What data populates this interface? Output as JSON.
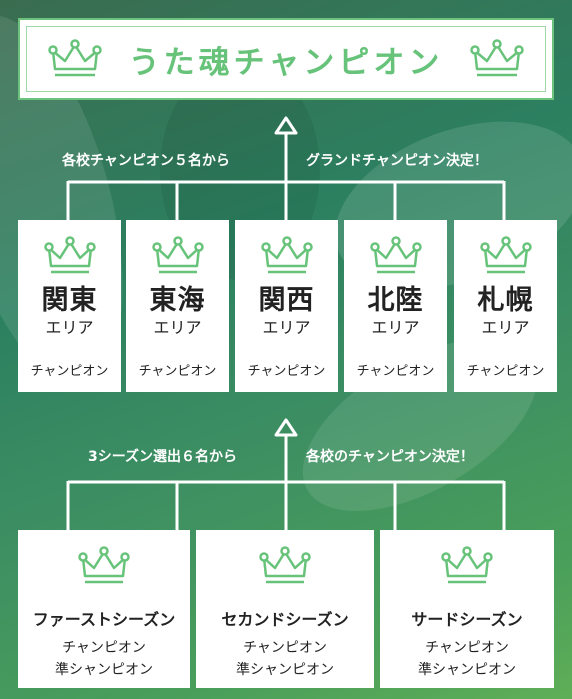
{
  "title": "うた魂チャンピオン",
  "colors": {
    "accent": "#68c37a",
    "card": "#ffffff",
    "line": "#ffffff"
  },
  "tier1": {
    "note_left": "各校チャンピオン５名から",
    "note_right": "グランドチャンピオン決定！"
  },
  "areas": [
    {
      "name": "関東",
      "sub": "エリア",
      "role": "チャンピオン"
    },
    {
      "name": "東海",
      "sub": "エリア",
      "role": "チャンピオン"
    },
    {
      "name": "関西",
      "sub": "エリア",
      "role": "チャンピオン"
    },
    {
      "name": "北陸",
      "sub": "エリア",
      "role": "チャンピオン"
    },
    {
      "name": "札幌",
      "sub": "エリア",
      "role": "チャンピオン"
    }
  ],
  "tier2": {
    "note_left": "3シーズン選出６名から",
    "note_right": "各校のチャンピオン決定！"
  },
  "seasons": [
    {
      "name": "ファーストシーズン",
      "line1": "チャンピオン",
      "line2": "準シャンピオン"
    },
    {
      "name": "セカンドシーズン",
      "line1": "チャンピオン",
      "line2": "準シャンピオン"
    },
    {
      "name": "サードシーズン",
      "line1": "チャンピオン",
      "line2": "準シャンピオン"
    }
  ],
  "icons": {
    "crown": "crown-icon",
    "arrow": "arrow-up-icon"
  }
}
